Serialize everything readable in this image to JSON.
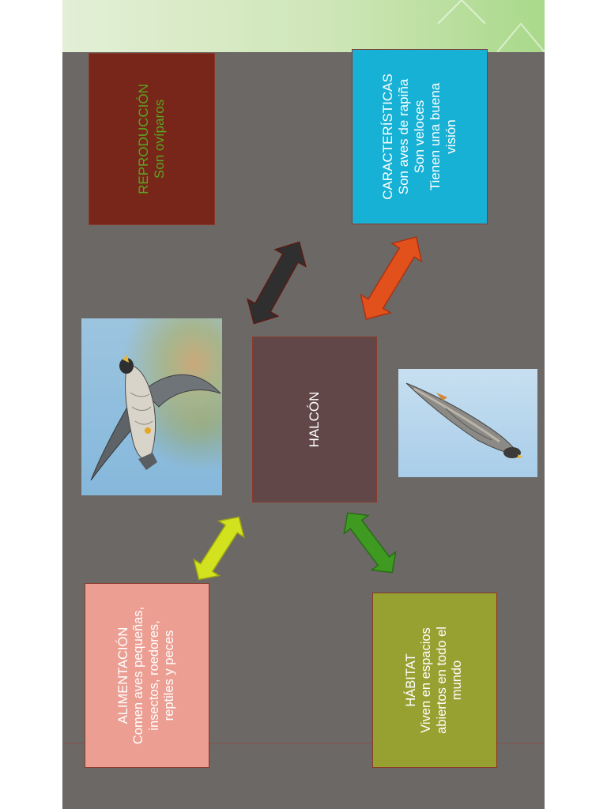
{
  "center": {
    "label": "HALCÓN"
  },
  "reproduccion": {
    "title": "REPRODUCCIÓN",
    "lines": [
      "Son ovíparos"
    ]
  },
  "caracteristicas": {
    "title": "CARACTERÍSTICAS",
    "lines": [
      "Son aves de rapiña",
      "Son veloces",
      "Tienen una buena",
      "visión"
    ]
  },
  "alimentacion": {
    "title": "ALIMENTACIÓN",
    "lines": [
      "Comen aves pequeñas,",
      "insectos, roedores,",
      "reptiles y peces"
    ]
  },
  "habitat": {
    "title": "HÁBITAT",
    "lines": [
      "Viven en espacios",
      "abiertos en todo el",
      "mundo"
    ]
  },
  "colors": {
    "slide_bg": "#6b6866",
    "reproduccion_box": "#772619",
    "reproduccion_text": "#5aa421",
    "caracteristicas_box": "#17b1d6",
    "center_box": "#614748",
    "alimentacion_box": "#ec9e92",
    "habitat_box": "#97a132",
    "arrow_reproduccion": "#2f2f2f",
    "arrow_caracteristicas": "#e2501c",
    "arrow_alimentacion": "#d2e21e",
    "arrow_habitat": "#3f9a22"
  },
  "images": [
    "falcon-gliding-photo",
    "falcon-diving-photo"
  ]
}
